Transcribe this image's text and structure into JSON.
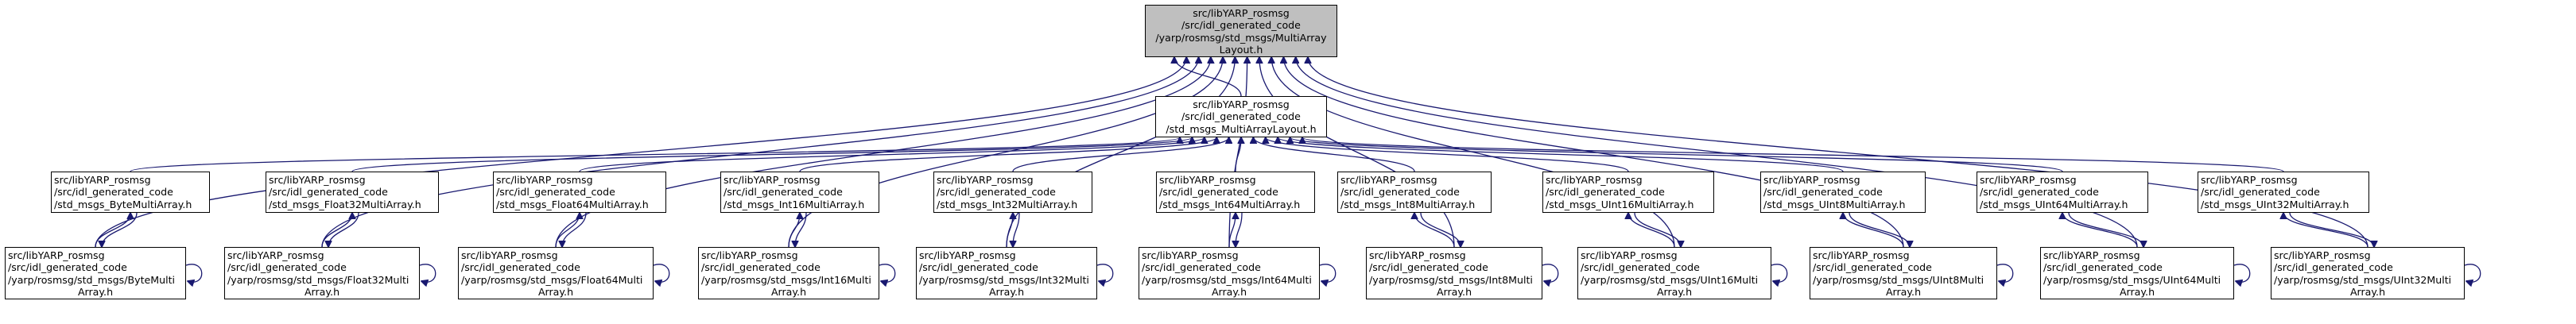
{
  "colors": {
    "edge": "#191970",
    "root_fill": "#bfbfbf",
    "node_fill": "#ffffff",
    "border": "#000000"
  },
  "nodes": {
    "root": {
      "lines": [
        "src/libYARP_rosmsg",
        "/src/idl_generated_code",
        "/yarp/rosmsg/std_msgs/MultiArray",
        "Layout.h"
      ]
    },
    "layout": {
      "lines": [
        "src/libYARP_rosmsg",
        "/src/idl_generated_code",
        "/std_msgs_MultiArrayLayout.h"
      ]
    },
    "byte_u": {
      "lines": [
        "src/libYARP_rosmsg",
        "/src/idl_generated_code",
        "/std_msgs_ByteMultiArray.h"
      ]
    },
    "float32_u": {
      "lines": [
        "src/libYARP_rosmsg",
        "/src/idl_generated_code",
        "/std_msgs_Float32MultiArray.h"
      ]
    },
    "float64_u": {
      "lines": [
        "src/libYARP_rosmsg",
        "/src/idl_generated_code",
        "/std_msgs_Float64MultiArray.h"
      ]
    },
    "int16_u": {
      "lines": [
        "src/libYARP_rosmsg",
        "/src/idl_generated_code",
        "/std_msgs_Int16MultiArray.h"
      ]
    },
    "int32_u": {
      "lines": [
        "src/libYARP_rosmsg",
        "/src/idl_generated_code",
        "/std_msgs_Int32MultiArray.h"
      ]
    },
    "int64_u": {
      "lines": [
        "src/libYARP_rosmsg",
        "/src/idl_generated_code",
        "/std_msgs_Int64MultiArray.h"
      ]
    },
    "int8_u": {
      "lines": [
        "src/libYARP_rosmsg",
        "/src/idl_generated_code",
        "/std_msgs_Int8MultiArray.h"
      ]
    },
    "uint16_u": {
      "lines": [
        "src/libYARP_rosmsg",
        "/src/idl_generated_code",
        "/std_msgs_UInt16MultiArray.h"
      ]
    },
    "uint8_u": {
      "lines": [
        "src/libYARP_rosmsg",
        "/src/idl_generated_code",
        "/std_msgs_UInt8MultiArray.h"
      ]
    },
    "uint64_u": {
      "lines": [
        "src/libYARP_rosmsg",
        "/src/idl_generated_code",
        "/std_msgs_UInt64MultiArray.h"
      ]
    },
    "uint32_u": {
      "lines": [
        "src/libYARP_rosmsg",
        "/src/idl_generated_code",
        "/std_msgs_UInt32MultiArray.h"
      ]
    },
    "byte_l": {
      "lines": [
        "src/libYARP_rosmsg",
        "/src/idl_generated_code",
        "/yarp/rosmsg/std_msgs/ByteMulti",
        "Array.h"
      ]
    },
    "float32_l": {
      "lines": [
        "src/libYARP_rosmsg",
        "/src/idl_generated_code",
        "/yarp/rosmsg/std_msgs/Float32Multi",
        "Array.h"
      ]
    },
    "float64_l": {
      "lines": [
        "src/libYARP_rosmsg",
        "/src/idl_generated_code",
        "/yarp/rosmsg/std_msgs/Float64Multi",
        "Array.h"
      ]
    },
    "int16_l": {
      "lines": [
        "src/libYARP_rosmsg",
        "/src/idl_generated_code",
        "/yarp/rosmsg/std_msgs/Int16Multi",
        "Array.h"
      ]
    },
    "int32_l": {
      "lines": [
        "src/libYARP_rosmsg",
        "/src/idl_generated_code",
        "/yarp/rosmsg/std_msgs/Int32Multi",
        "Array.h"
      ]
    },
    "int64_l": {
      "lines": [
        "src/libYARP_rosmsg",
        "/src/idl_generated_code",
        "/yarp/rosmsg/std_msgs/Int64Multi",
        "Array.h"
      ]
    },
    "int8_l": {
      "lines": [
        "src/libYARP_rosmsg",
        "/src/idl_generated_code",
        "/yarp/rosmsg/std_msgs/Int8Multi",
        "Array.h"
      ]
    },
    "uint16_l": {
      "lines": [
        "src/libYARP_rosmsg",
        "/src/idl_generated_code",
        "/yarp/rosmsg/std_msgs/UInt16Multi",
        "Array.h"
      ]
    },
    "uint8_l": {
      "lines": [
        "src/libYARP_rosmsg",
        "/src/idl_generated_code",
        "/yarp/rosmsg/std_msgs/UInt8Multi",
        "Array.h"
      ]
    },
    "uint64_l": {
      "lines": [
        "src/libYARP_rosmsg",
        "/src/idl_generated_code",
        "/yarp/rosmsg/std_msgs/UInt64Multi",
        "Array.h"
      ]
    },
    "uint32_l": {
      "lines": [
        "src/libYARP_rosmsg",
        "/src/idl_generated_code",
        "/yarp/rosmsg/std_msgs/UInt32Multi",
        "Array.h"
      ]
    }
  },
  "edges": [
    [
      "layout",
      "root"
    ],
    [
      "byte_u",
      "layout"
    ],
    [
      "float32_u",
      "layout"
    ],
    [
      "float64_u",
      "layout"
    ],
    [
      "int16_u",
      "layout"
    ],
    [
      "int32_u",
      "layout"
    ],
    [
      "int64_u",
      "layout"
    ],
    [
      "int8_u",
      "layout"
    ],
    [
      "uint16_u",
      "layout"
    ],
    [
      "uint8_u",
      "layout"
    ],
    [
      "uint64_u",
      "layout"
    ],
    [
      "uint32_u",
      "layout"
    ],
    [
      "byte_l",
      "root"
    ],
    [
      "float32_l",
      "root"
    ],
    [
      "float64_l",
      "root"
    ],
    [
      "int16_l",
      "root"
    ],
    [
      "int32_l",
      "root"
    ],
    [
      "int64_l",
      "root"
    ],
    [
      "int8_l",
      "root"
    ],
    [
      "uint16_l",
      "root"
    ],
    [
      "uint8_l",
      "root"
    ],
    [
      "uint64_l",
      "root"
    ],
    [
      "uint32_l",
      "root"
    ],
    [
      "byte_l",
      "byte_u"
    ],
    [
      "float32_l",
      "float32_u"
    ],
    [
      "float64_l",
      "float64_u"
    ],
    [
      "int16_l",
      "int16_u"
    ],
    [
      "int32_l",
      "int32_u"
    ],
    [
      "int64_l",
      "int64_u"
    ],
    [
      "int8_l",
      "int8_u"
    ],
    [
      "uint16_l",
      "uint16_u"
    ],
    [
      "uint8_l",
      "uint8_u"
    ],
    [
      "uint64_l",
      "uint64_u"
    ],
    [
      "uint32_l",
      "uint32_u"
    ],
    [
      "byte_u",
      "byte_l"
    ],
    [
      "float32_u",
      "float32_l"
    ],
    [
      "float64_u",
      "float64_l"
    ],
    [
      "int16_u",
      "int16_l"
    ],
    [
      "int32_u",
      "int32_l"
    ],
    [
      "int64_u",
      "int64_l"
    ],
    [
      "int8_u",
      "int8_l"
    ],
    [
      "uint16_u",
      "uint16_l"
    ],
    [
      "uint8_u",
      "uint8_l"
    ],
    [
      "uint64_u",
      "uint64_l"
    ],
    [
      "uint32_u",
      "uint32_l"
    ]
  ],
  "self_loops": [
    "byte_l",
    "float32_l",
    "float64_l",
    "int16_l",
    "int32_l",
    "int64_l",
    "int8_l",
    "uint16_l",
    "uint8_l",
    "uint64_l",
    "uint32_l"
  ]
}
